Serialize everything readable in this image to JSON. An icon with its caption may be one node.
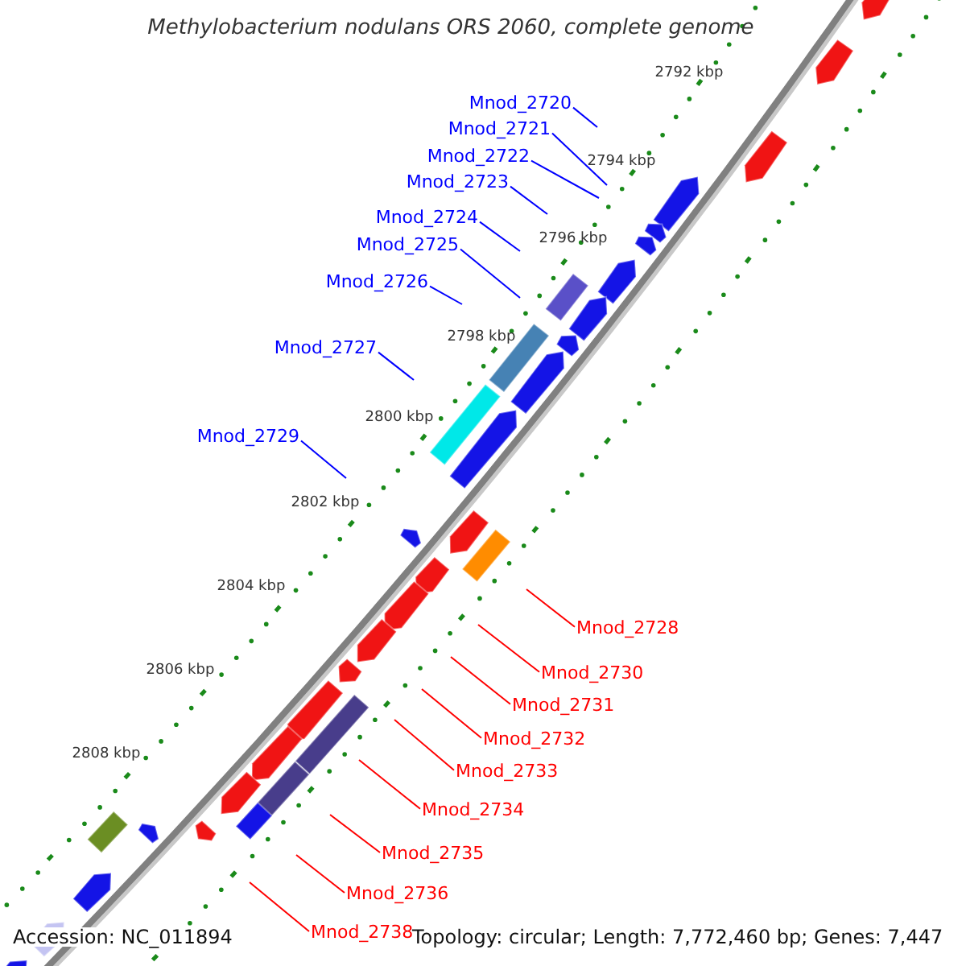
{
  "diagram": {
    "title": "Methylobacterium nodulans ORS 2060, complete genome",
    "nodes": [
      {
        "text": [
          "Mnod_2720"
        ]
      },
      {
        "text": [
          "Mnod_2721"
        ]
      },
      {
        "text": [
          "Mnod_2722"
        ]
      },
      {
        "text": [
          "Mnod_2723"
        ]
      },
      {
        "text": [
          "Mnod_2724"
        ]
      },
      {
        "text": [
          "Mnod_2725"
        ]
      },
      {
        "text": [
          "Mnod_2726"
        ]
      },
      {
        "text": [
          "Mnod_2727"
        ]
      },
      {
        "text": [
          "Mnod_2729"
        ]
      },
      {
        "text": [
          "Mnod_2728"
        ]
      },
      {
        "text": [
          "Mnod_2730"
        ]
      },
      {
        "text": [
          "Mnod_2731"
        ]
      },
      {
        "text": [
          "Mnod_2732"
        ]
      },
      {
        "text": [
          "Mnod_2733"
        ]
      },
      {
        "text": [
          "Mnod_2734"
        ]
      },
      {
        "text": [
          "Mnod_2735"
        ]
      },
      {
        "text": [
          "Mnod_2736"
        ]
      },
      {
        "text": [
          "Mnod_2738"
        ]
      }
    ],
    "edges": [
      {
        "from": 0,
        "to": null,
        "arrow": "none",
        "color": "#0000ff"
      },
      {
        "from": 1,
        "to": null,
        "arrow": "none",
        "color": "#0000ff"
      },
      {
        "from": 2,
        "to": null,
        "arrow": "none",
        "color": "#0000ff"
      },
      {
        "from": 3,
        "to": null,
        "arrow": "none",
        "color": "#0000ff"
      },
      {
        "from": 4,
        "to": null,
        "arrow": "none",
        "color": "#0000ff"
      },
      {
        "from": 5,
        "to": null,
        "arrow": "none",
        "color": "#0000ff"
      },
      {
        "from": 6,
        "to": null,
        "arrow": "none",
        "color": "#0000ff"
      },
      {
        "from": 7,
        "to": null,
        "arrow": "none",
        "color": "#0000ff"
      },
      {
        "from": 8,
        "to": null,
        "arrow": "none",
        "color": "#0000ff"
      },
      {
        "from": 9,
        "to": null,
        "arrow": "none",
        "color": "#ff0000"
      },
      {
        "from": 10,
        "to": null,
        "arrow": "none",
        "color": "#ff0000"
      },
      {
        "from": 11,
        "to": null,
        "arrow": "none",
        "color": "#ff0000"
      },
      {
        "from": 12,
        "to": null,
        "arrow": "none",
        "color": "#ff0000"
      },
      {
        "from": 13,
        "to": null,
        "arrow": "none",
        "color": "#ff0000"
      },
      {
        "from": 14,
        "to": null,
        "arrow": "none",
        "color": "#ff0000"
      },
      {
        "from": 15,
        "to": null,
        "arrow": "none",
        "color": "#ff0000"
      },
      {
        "from": 16,
        "to": null,
        "arrow": "none",
        "color": "#ff0000"
      },
      {
        "from": 17,
        "to": null,
        "arrow": "none",
        "color": "#ff0000"
      }
    ],
    "labels": [
      "2792 kbp",
      "2794 kbp",
      "2796 kbp",
      "2798 kbp",
      "2800 kbp",
      "2802 kbp",
      "2804 kbp",
      "2806 kbp",
      "2808 kbp",
      "Accession: NC_011894",
      "Topology: circular; Length: 7,772,460 bp; Genes: 7,447"
    ]
  }
}
